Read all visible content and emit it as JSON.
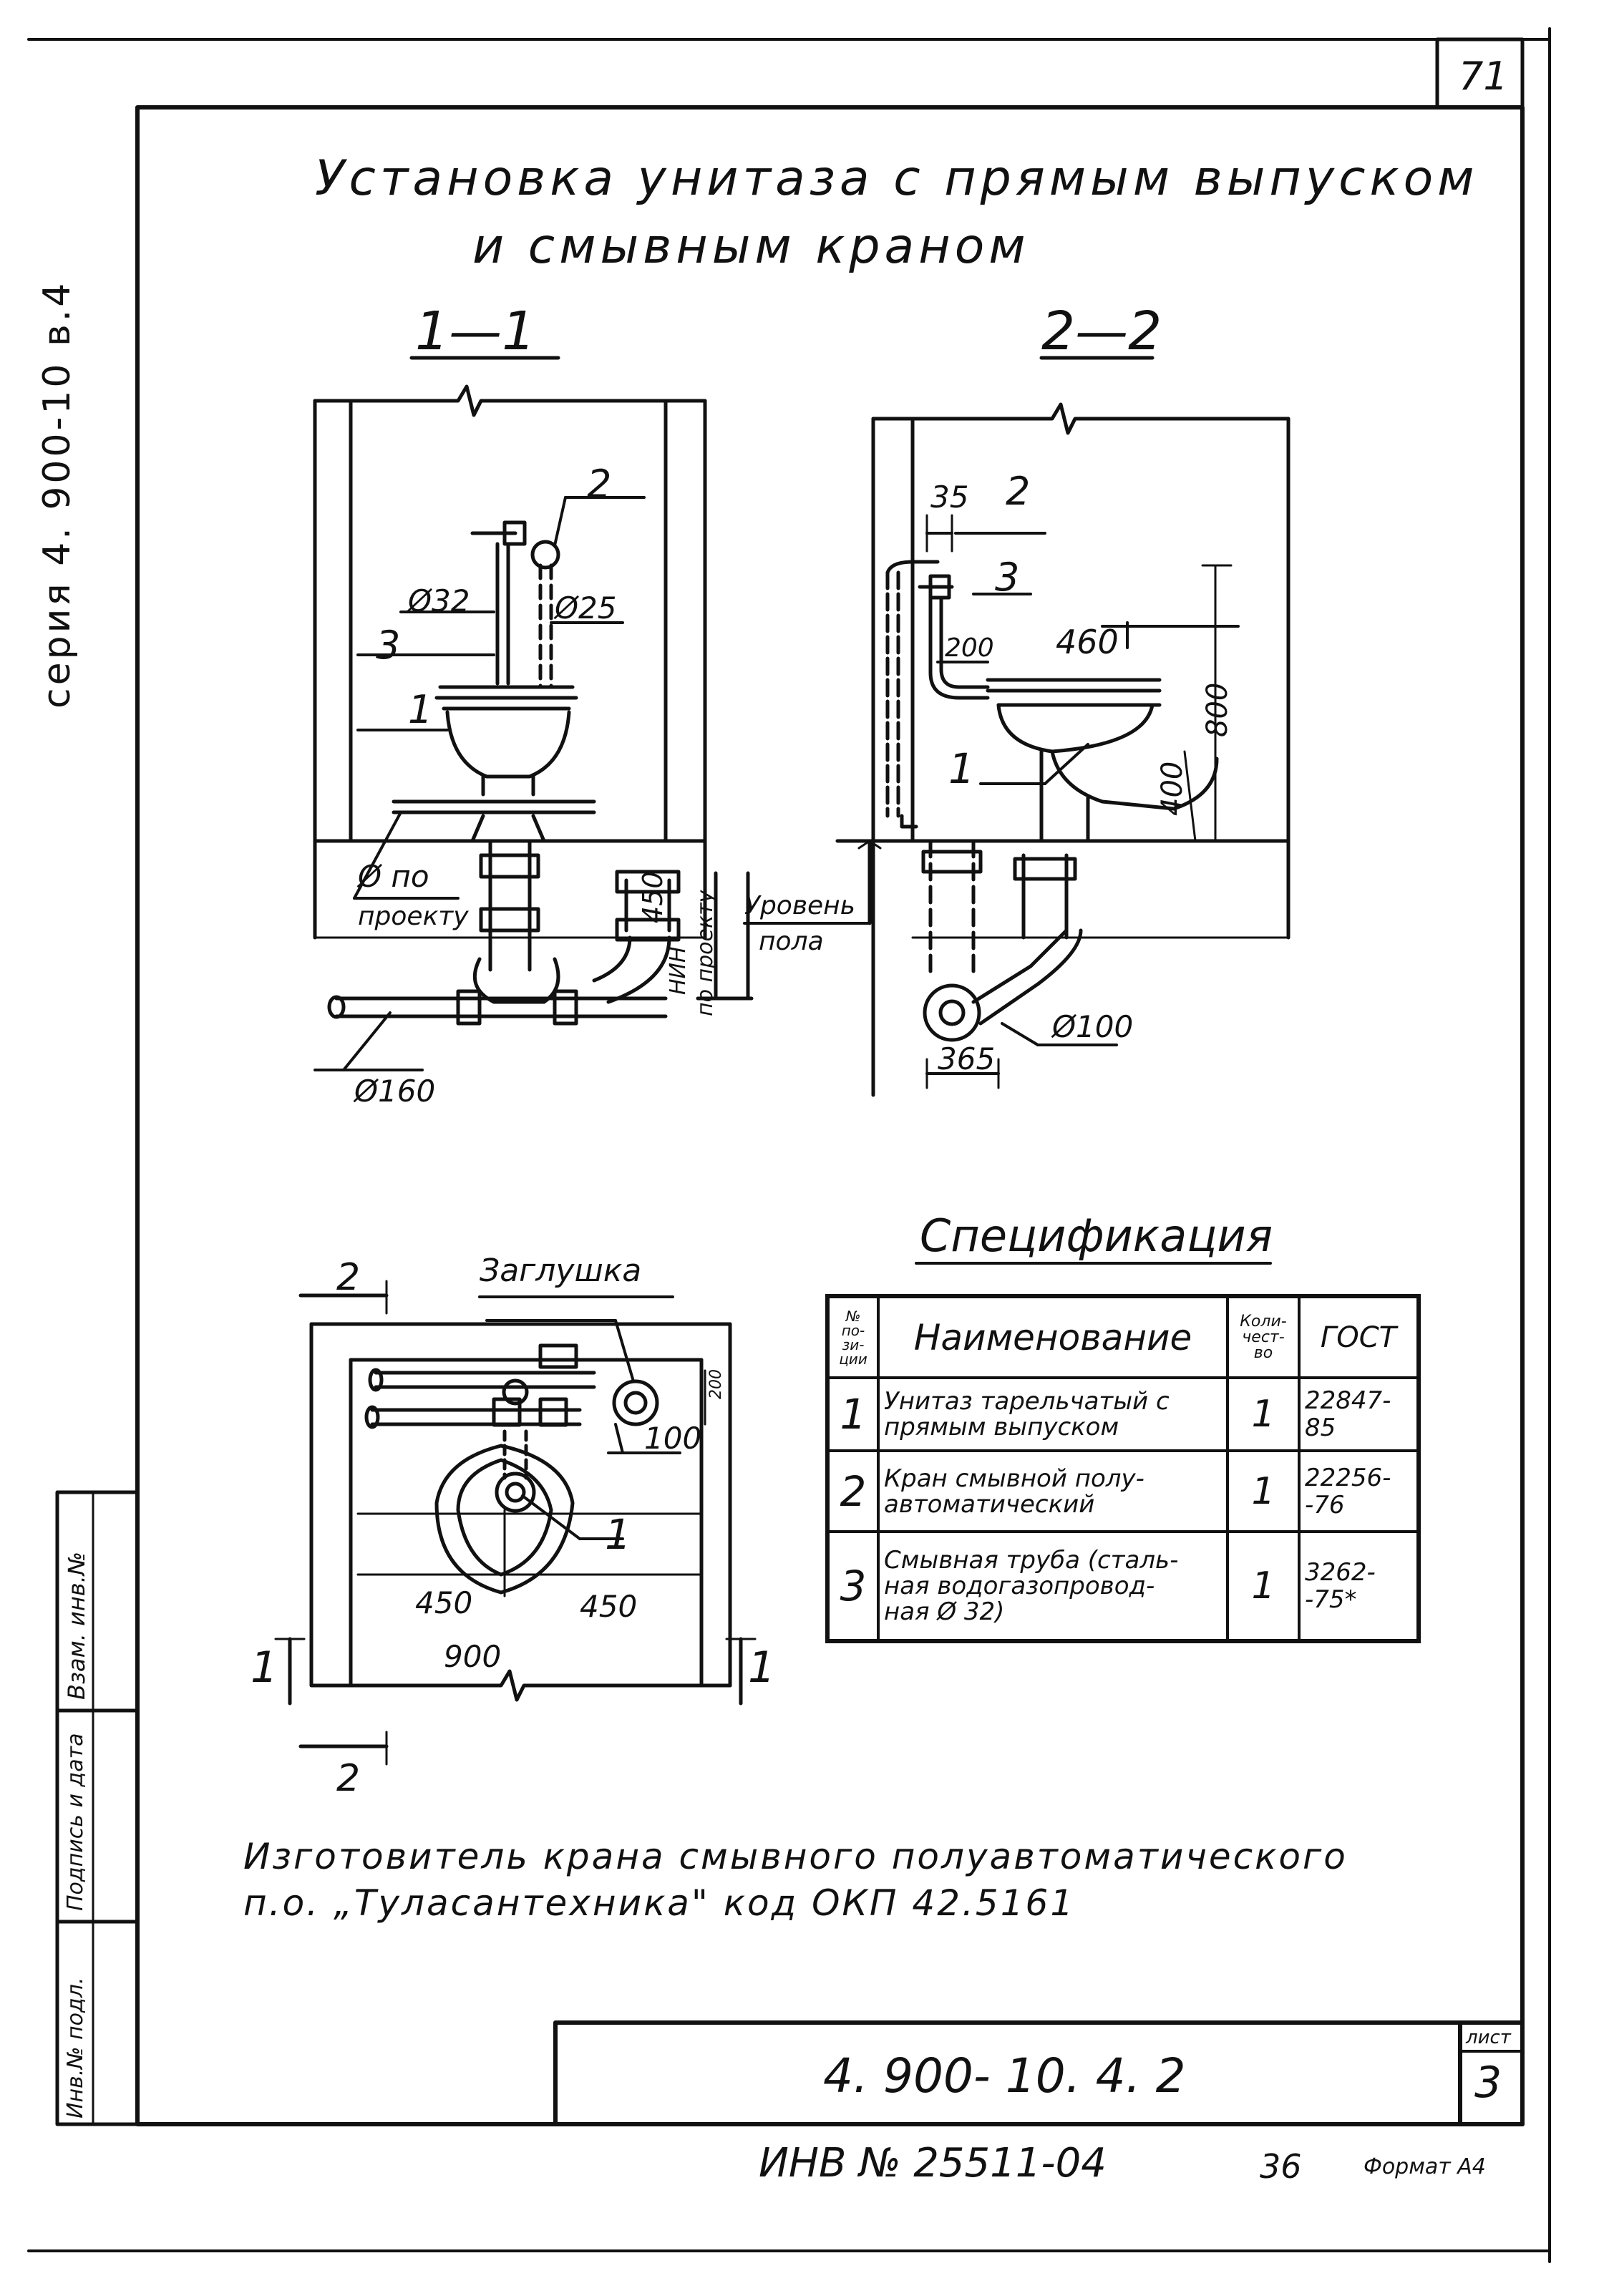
{
  "sheet_number": "71",
  "title": {
    "line1": "Установка унитаза с прямым выпуском",
    "line2": "и смывным краном"
  },
  "series_label": "серия 4. 900-10   в.4",
  "sections": {
    "s11": "1—1",
    "s22": "2—2"
  },
  "callouts_11": {
    "item2": "2",
    "item3": "3",
    "item1": "1",
    "d32": "Ø32",
    "d25": "Ø25",
    "d_project_1": "Ø по",
    "d_project_2": "проекту",
    "d160": "Ø160",
    "h450": "450",
    "h_project": "по проекту",
    "h_nin": "НИН"
  },
  "callouts_22": {
    "d35": "35",
    "item2": "2",
    "item3": "3",
    "d200": "200",
    "d460": "460",
    "d800": "800",
    "d400": "400",
    "item1": "1",
    "floor_1": "Уровень",
    "floor_2": "пола",
    "d100": "Ø100",
    "d365": "365"
  },
  "plan": {
    "plug_label": "Заглушка",
    "sec2_top": "2",
    "sec2_bottom": "2",
    "sec1_left": "1",
    "sec1_right": "1",
    "item1": "1",
    "d100": "100",
    "d_left": "450",
    "d_right": "450",
    "d_total": "900",
    "d_small": "200"
  },
  "spec": {
    "heading": "Спецификация",
    "columns": {
      "num": "№ по-зи-ции",
      "name": "Наименование",
      "qty": "Коли-чест-во",
      "gost": "ГОСТ"
    },
    "rows": [
      {
        "num": "1",
        "name_l1": "Унитаз тарельчатый с",
        "name_l2": "прямым выпуском",
        "qty": "1",
        "gost_l1": "22847-85",
        "gost_l2": ""
      },
      {
        "num": "2",
        "name_l1": "Кран смывной полу-",
        "name_l2": "автоматический",
        "qty": "1",
        "gost_l1": "22256-",
        "gost_l2": "-76"
      },
      {
        "num": "3",
        "name_l1": "Смывная труба (сталь-",
        "name_l2": "ная водогазопровод-",
        "name_l3": "ная Ø 32)",
        "qty": "1",
        "gost_l1": "3262-",
        "gost_l2": "-75*"
      }
    ]
  },
  "note": {
    "line1": "Изготовитель крана смывного полуавтоматического",
    "line2": "п.о. „Туласантехника\" код ОКП 42.5161"
  },
  "stamp": {
    "doc_code": "4. 900- 10. 4. 2",
    "sheet_label": "лист",
    "sheet_value": "3"
  },
  "side_stamp": {
    "box1": "Взам. инв.№",
    "box2": "Подпись и дата",
    "box3": "Инв.№ подл."
  },
  "footer": {
    "inv": "ИНВ № 25511-04",
    "page": "36",
    "format": "Формат А4"
  }
}
